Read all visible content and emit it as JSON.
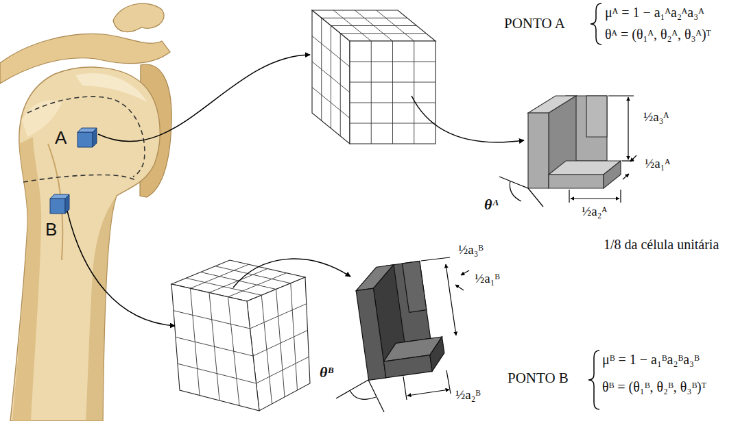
{
  "diagram": {
    "labels": [
      "PONTO A",
      "μᴬ = 1 − a₁ᴬa₂ᴬa₃ᴬ",
      "θᴬ = (θ₁ᴬ, θ₂ᴬ, θ₃ᴬ)ᵀ",
      "A",
      "½a₃ᴬ",
      "½a₁ᴬ",
      "θᴬ",
      "½a₂ᴬ",
      "B",
      "1/8 da célula unitária",
      "½a₃ᴮ",
      "½a₁ᴮ",
      "θᴮ",
      "½a₂ᴮ",
      "PONTO B",
      "μᴮ = 1 − a₁ᴮa₂ᴮa₃ᴮ",
      "θᴮ = (θ₁ᴮ, θ₂ᴮ, θ₃ᴮ)ᵀ"
    ]
  }
}
